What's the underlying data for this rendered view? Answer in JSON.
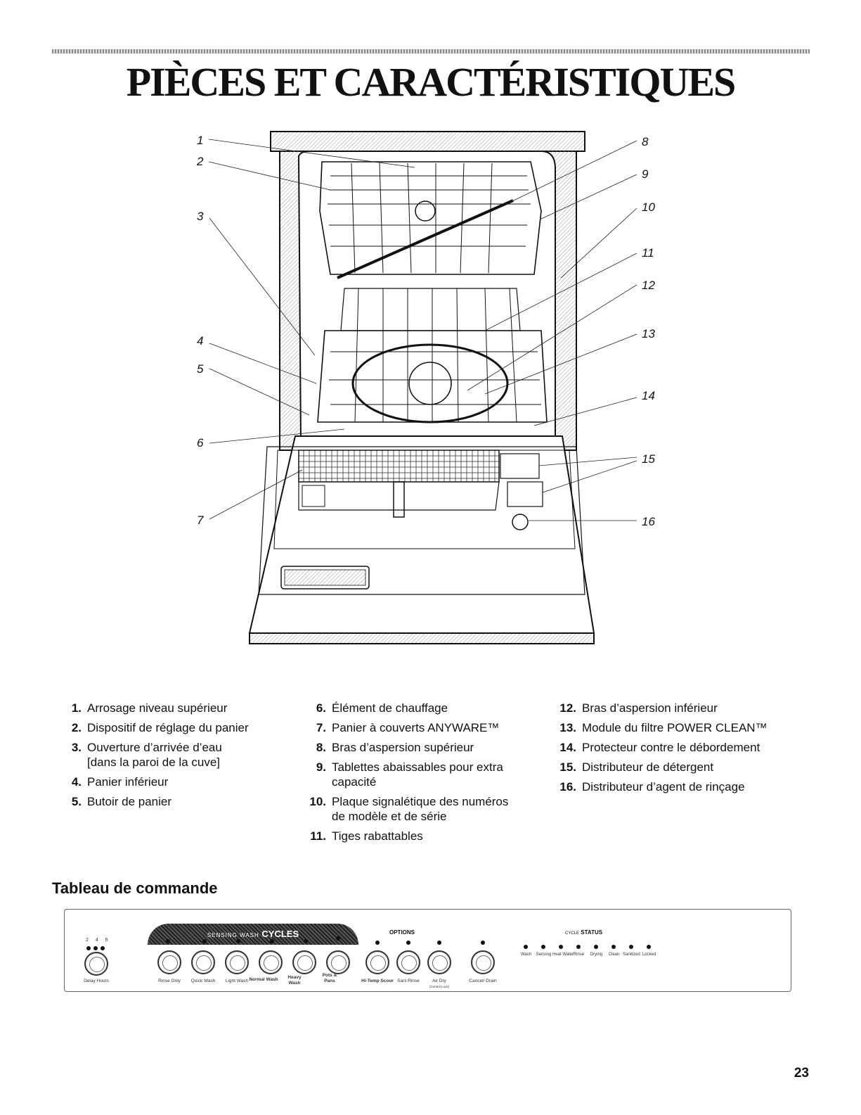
{
  "page": {
    "title": "PIÈCES ET CARACTÉRISTIQUES",
    "page_number": "23"
  },
  "diagram": {
    "callouts": [
      "1",
      "2",
      "3",
      "4",
      "5",
      "6",
      "7",
      "8",
      "9",
      "10",
      "11",
      "12",
      "13",
      "14",
      "15",
      "16"
    ]
  },
  "parts": {
    "col1": [
      {
        "num": "1.",
        "text": "Arrosage niveau supérieur"
      },
      {
        "num": "2.",
        "text": "Dispositif de réglage du panier"
      },
      {
        "num": "3.",
        "text": "Ouverture d’arrivée d’eau [dans la paroi de la cuve]"
      },
      {
        "num": "4.",
        "text": "Panier inférieur"
      },
      {
        "num": "5.",
        "text": "Butoir de panier"
      }
    ],
    "col2": [
      {
        "num": "6.",
        "text": "Élément de chauffage"
      },
      {
        "num": "7.",
        "text": "Panier à couverts ANYWARE™"
      },
      {
        "num": "8.",
        "text": "Bras d’aspersion supérieur"
      },
      {
        "num": "9.",
        "text": "Tablettes abaissables pour extra capacité"
      },
      {
        "num": "10.",
        "text": "Plaque signalétique des numéros de modèle et de série"
      },
      {
        "num": "11.",
        "text": "Tiges rabattables"
      }
    ],
    "col3": [
      {
        "num": "12.",
        "text": "Bras d’aspersion inférieur"
      },
      {
        "num": "13.",
        "text": "Module du filtre POWER CLEAN™"
      },
      {
        "num": "14.",
        "text": "Protecteur contre le débordement"
      },
      {
        "num": "15.",
        "text": "Distributeur de détergent"
      },
      {
        "num": "16.",
        "text": "Distributeur d’agent de rinçage"
      }
    ]
  },
  "control_panel": {
    "section_title": "Tableau de commande",
    "delay_numbers": "2 4 6",
    "delay_label": "Delay Hours",
    "cycles_prefix": "SENSING WASH",
    "cycles_title": "CYCLES",
    "cycles": [
      "Rinse Only",
      "Quick Wash",
      "Light Wash",
      "Normal Wash",
      "Heavy Wash",
      "Pots & Pans"
    ],
    "options_title": "OPTIONS",
    "options": [
      "Hi-Temp Scour",
      "Sani Rinse",
      "Air Dry",
      "Cancel/ Drain"
    ],
    "option_sub": "(Control Lock)",
    "status_prefix": "CYCLE",
    "status_title": "STATUS",
    "status": [
      "Wash",
      "Sensing",
      "Heat Water",
      "Rinse",
      "Drying",
      "Clean",
      "Sanitized",
      "Locked"
    ]
  }
}
